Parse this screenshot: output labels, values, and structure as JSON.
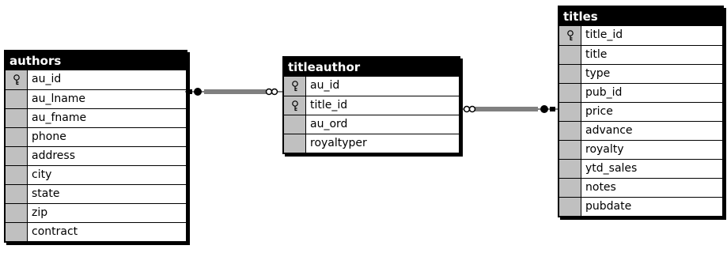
{
  "tables": {
    "authors": {
      "title": "authors",
      "columns": [
        {
          "name": "au_id",
          "key": true
        },
        {
          "name": "au_lname",
          "key": false
        },
        {
          "name": "au_fname",
          "key": false
        },
        {
          "name": "phone",
          "key": false
        },
        {
          "name": "address",
          "key": false
        },
        {
          "name": "city",
          "key": false
        },
        {
          "name": "state",
          "key": false
        },
        {
          "name": "zip",
          "key": false
        },
        {
          "name": "contract",
          "key": false
        }
      ]
    },
    "titleauthor": {
      "title": "titleauthor",
      "columns": [
        {
          "name": "au_id",
          "key": true
        },
        {
          "name": "title_id",
          "key": true
        },
        {
          "name": "au_ord",
          "key": false
        },
        {
          "name": "royaltyper",
          "key": false
        }
      ]
    },
    "titles": {
      "title": "titles",
      "columns": [
        {
          "name": "title_id",
          "key": true
        },
        {
          "name": "title",
          "key": false
        },
        {
          "name": "type",
          "key": false
        },
        {
          "name": "pub_id",
          "key": false
        },
        {
          "name": "price",
          "key": false
        },
        {
          "name": "advance",
          "key": false
        },
        {
          "name": "royalty",
          "key": false
        },
        {
          "name": "ytd_sales",
          "key": false
        },
        {
          "name": "notes",
          "key": false
        },
        {
          "name": "pubdate",
          "key": false
        }
      ]
    }
  },
  "relationships": [
    {
      "from": "authors",
      "to": "titleauthor",
      "from_end": "one",
      "to_end": "many"
    },
    {
      "from": "titleauthor",
      "to": "titles",
      "from_end": "many",
      "to_end": "one"
    }
  ]
}
